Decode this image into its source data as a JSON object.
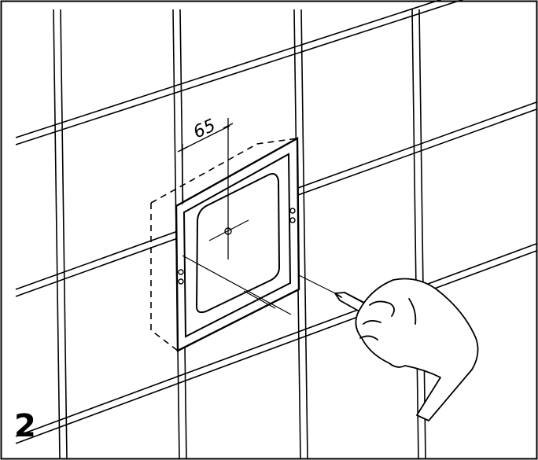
{
  "figure": {
    "step_number": "2",
    "dimension_label": "65",
    "colors": {
      "line": "#000000",
      "background": "#ffffff"
    },
    "icons": [
      "wall-tile-grid",
      "recessed-box-frame",
      "pencil-hand-icon"
    ]
  }
}
